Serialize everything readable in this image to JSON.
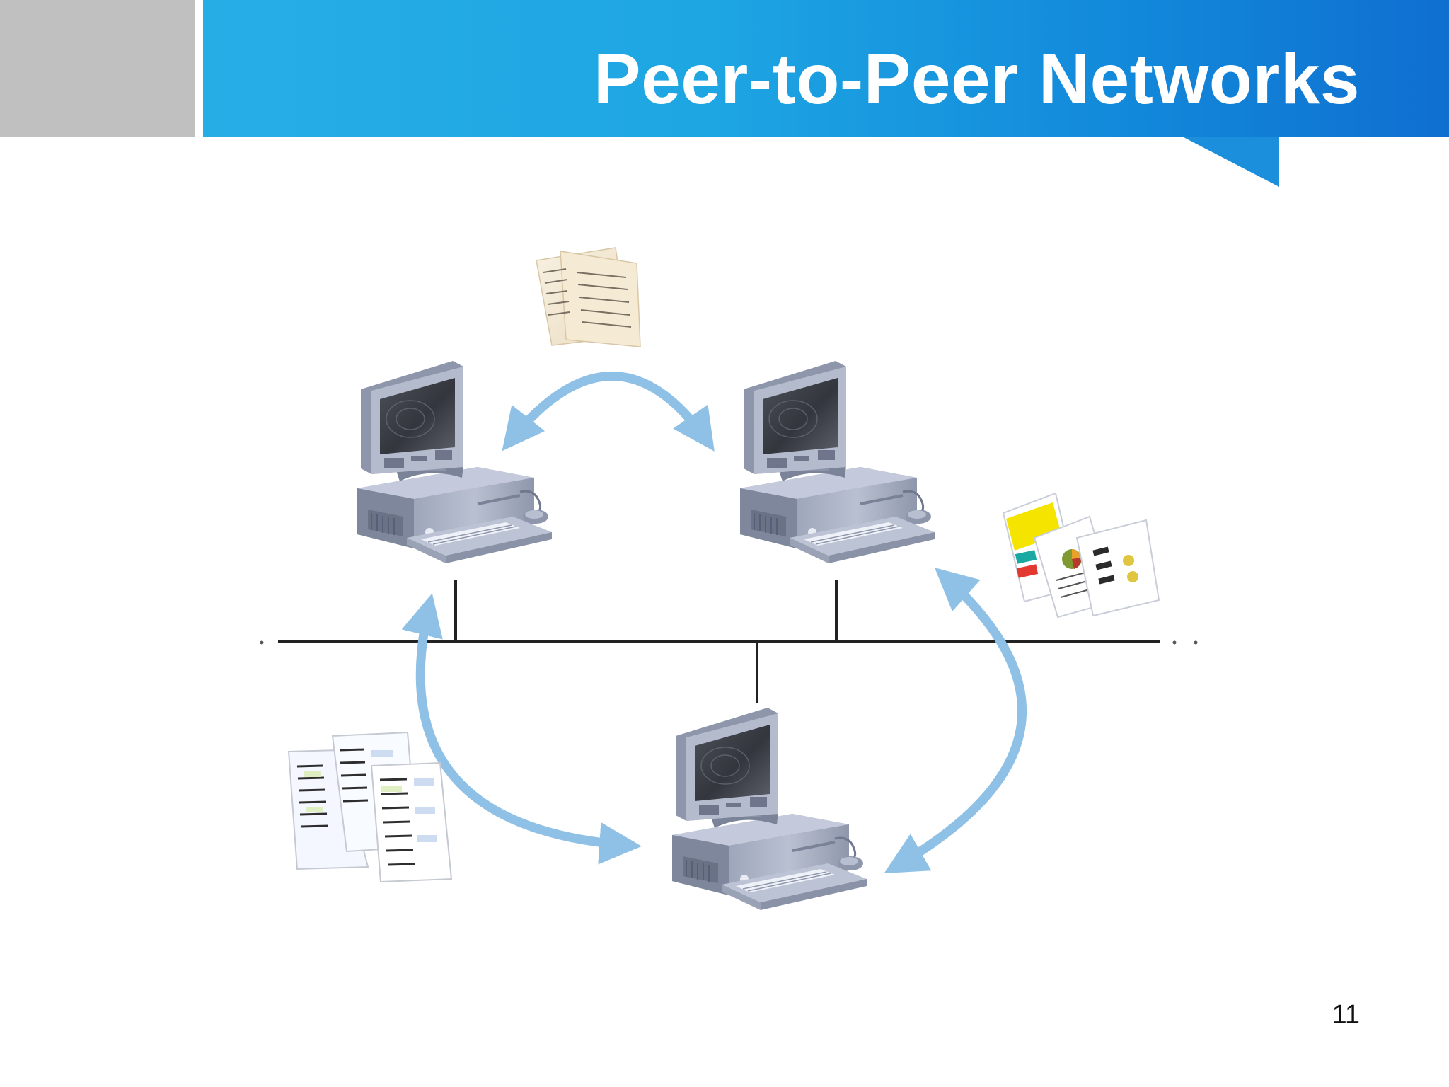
{
  "slide": {
    "title": "Peer-to-Peer Networks",
    "page_number": "11"
  },
  "colors": {
    "banner_start": "#27ade6",
    "banner_end": "#0f6fd0",
    "gray_block": "#c0c0c0",
    "arrow": "#8fc1e6",
    "network_line": "#222222",
    "computer_body": "#a9b1c6"
  },
  "diagram": {
    "computers": [
      "computer-top-left",
      "computer-top-right",
      "computer-bottom"
    ],
    "document_groups": [
      "shared-documents-top",
      "shared-documents-right",
      "shared-documents-left"
    ],
    "arrows": [
      "arrow-top",
      "arrow-left",
      "arrow-right"
    ]
  }
}
